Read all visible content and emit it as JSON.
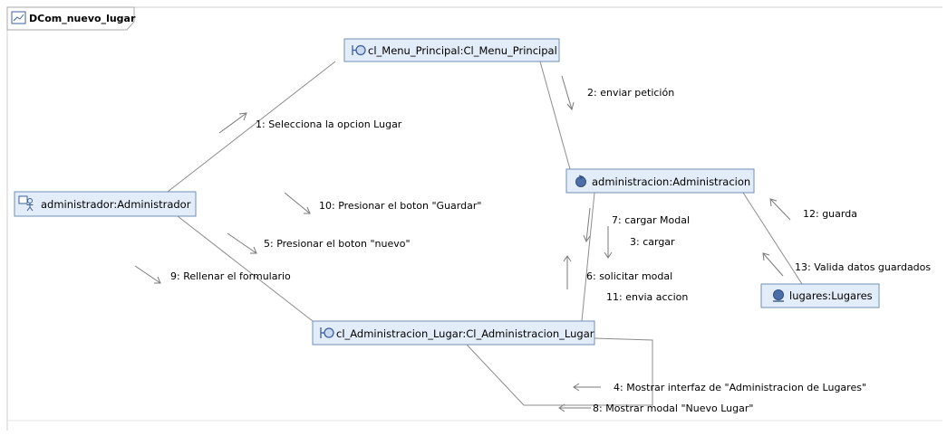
{
  "diagram": {
    "title": "DCom_nuevo_lugar"
  },
  "nodes": {
    "menu_principal": "cl_Menu_Principal:Cl_Menu_Principal",
    "administracion": "administracion:Administracion",
    "administrador": "administrador:Administrador",
    "admin_lugar": "cl_Administracion_Lugar:Cl_Administracion_Lugar",
    "lugares": "lugares:Lugares"
  },
  "messages": {
    "m1": "1: Selecciona la opcion  Lugar",
    "m2": "2: enviar petición",
    "m3": "3: cargar",
    "m4": "4: Mostrar interfaz de \"Administracion de Lugares\"",
    "m5": "5: Presionar el boton \"nuevo\"",
    "m6": "6: solicitar modal",
    "m7": "7: cargar Modal",
    "m8": "8: Mostrar modal \"Nuevo Lugar\"",
    "m9": "9: Rellenar el formulario",
    "m10": "10: Presionar el boton \"Guardar\"",
    "m11": "11: envia accion",
    "m12": "12: guarda",
    "m13": "13: Valida datos guardados"
  },
  "colors": {
    "node_fill": "#e3edf9",
    "node_border": "#6f8fb6",
    "link": "#8c8c8c",
    "arrow": "#7a7a7a",
    "frame": "#a9a9a9",
    "icon_blue": "#3b5f9a"
  },
  "icons": {
    "frame": "diagram-frame-icon",
    "boundary": "boundary-icon",
    "control": "control-icon",
    "actor": "actor-icon",
    "entity": "entity-icon"
  }
}
